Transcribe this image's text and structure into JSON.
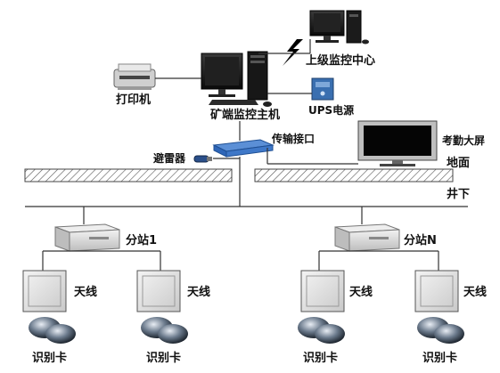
{
  "top": {
    "upper_center": "上级监控中心",
    "printer": "打印机",
    "main_host": "矿端监控主机",
    "ups": "UPS电源",
    "transmission_port": "传输接口",
    "lightning_arrester": "避雷器",
    "attendance_screen": "考勤大屏"
  },
  "zones": {
    "ground": "地面",
    "underground": "井下"
  },
  "stations": [
    {
      "name": "分站1",
      "antenna_left": "天线",
      "antenna_right": "天线",
      "card_left": "识别卡",
      "card_right": "识别卡"
    },
    {
      "name": "分站N",
      "antenna_left": "天线",
      "antenna_right": "天线",
      "card_left": "识别卡",
      "card_right": "识别卡"
    }
  ],
  "colors": {
    "line": "#333333",
    "hatch": "#555555",
    "monitor": "#1a1a1a",
    "ups": "#3a6fb0",
    "port_device": "#2f66b8",
    "station_box": "#d8d8d8"
  },
  "icons": [
    "computer-icon",
    "printer-icon",
    "ups-icon",
    "lightning-icon",
    "switch-icon",
    "arrester-icon",
    "tv-icon",
    "station-icon",
    "antenna-icon",
    "card-icon"
  ]
}
